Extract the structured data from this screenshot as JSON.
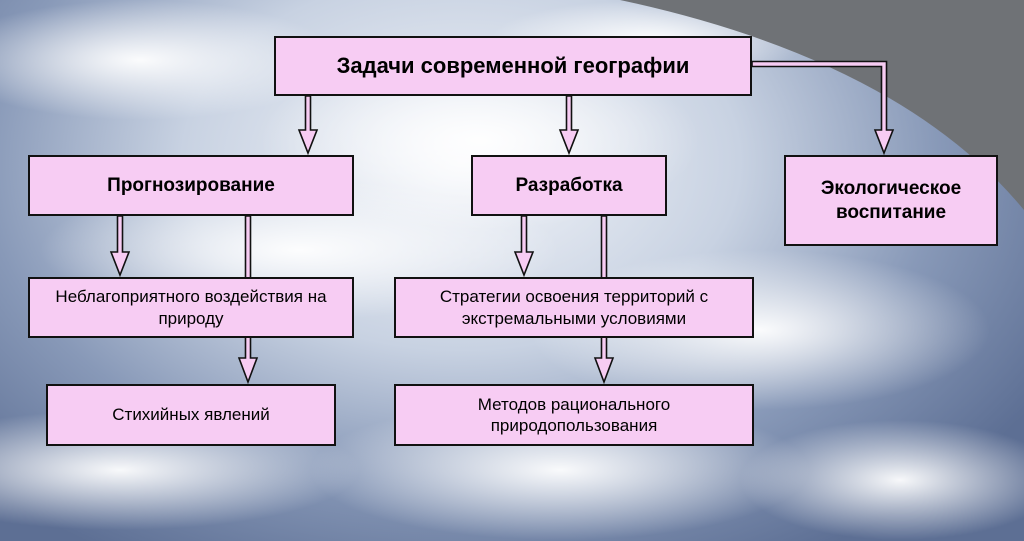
{
  "diagram": {
    "root": "Задачи современной географии",
    "prognoz": "Прогнозирование",
    "razrabotka": "Разработка",
    "ecology": "Экологическое воспитание",
    "neblag": "Неблагоприятного воздействия на природу",
    "stikh": "Стихийных явлений",
    "strategii": "Стратегии освоения территорий с экстремальными условиями",
    "metody": "Методов рационального природопользования"
  },
  "colors": {
    "box_fill": "#f7ccf3",
    "arrow_fill": "#f7ccf3",
    "stroke": "#111111"
  }
}
